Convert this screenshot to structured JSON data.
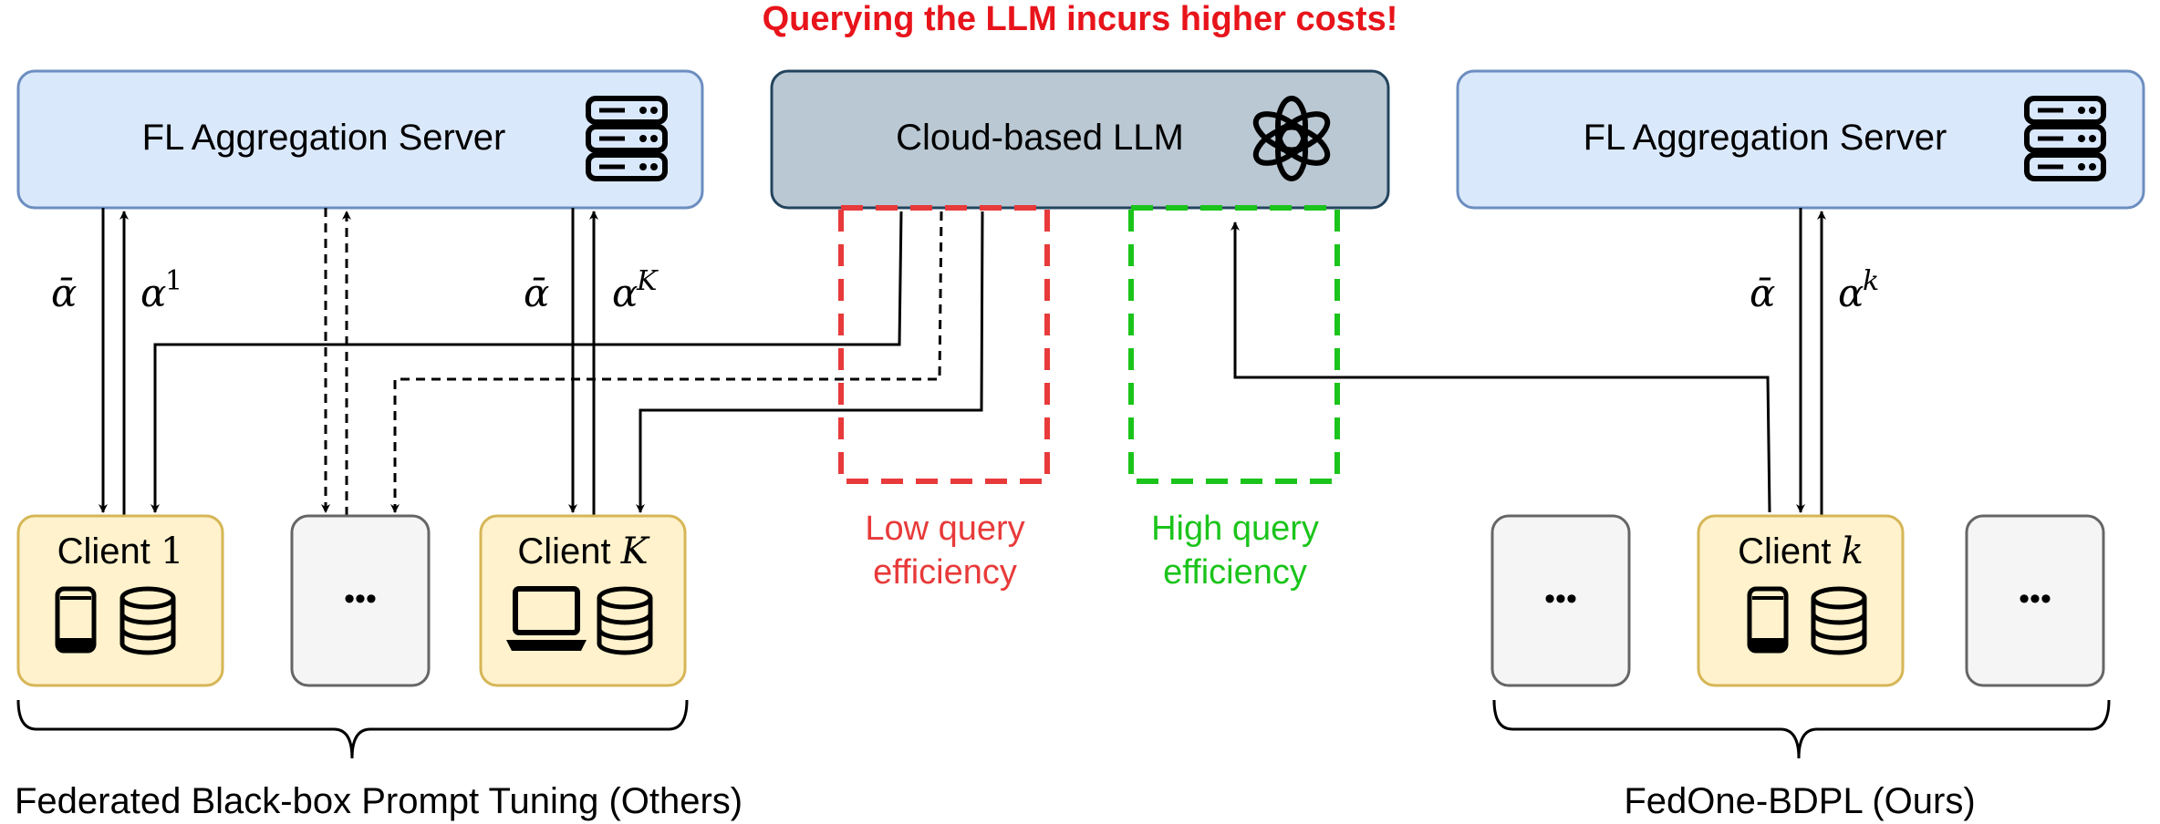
{
  "title": "Querying the LLM incurs higher costs!",
  "servers": {
    "left": "FL Aggregation Server",
    "right": "FL Aggregation Server"
  },
  "llm": {
    "label": "Cloud-based LLM"
  },
  "clients": {
    "client1": {
      "label": "Client ",
      "var": "1"
    },
    "clientK": {
      "label": "Client ",
      "var": "K"
    },
    "clientk": {
      "label": "Client ",
      "var": "k"
    },
    "ellipsis": "•••"
  },
  "edge_labels": {
    "alpha_bar": "ᾱ",
    "alpha": "α",
    "sup_1": "1",
    "sup_K": "K",
    "sup_k": "k"
  },
  "efficiency": {
    "low_line1": "Low query",
    "low_line2": "efficiency",
    "high_line1": "High query",
    "high_line2": "efficiency"
  },
  "groups": {
    "left": "Federated Black-box Prompt Tuning (Others)",
    "right": "FedOne-BDPL (Ours)"
  },
  "colors": {
    "title": "#e8141b",
    "server_fill": "#dae8fc",
    "server_stroke": "#6c8ebf",
    "llm_fill": "#bac8d3",
    "llm_stroke": "#23445d",
    "client_fill": "#fff2cc",
    "client_stroke": "#d6b656",
    "ellipsis_fill": "#f5f5f5",
    "ellipsis_stroke": "#666666",
    "low": "#e83a3a",
    "high": "#1bc41b"
  }
}
